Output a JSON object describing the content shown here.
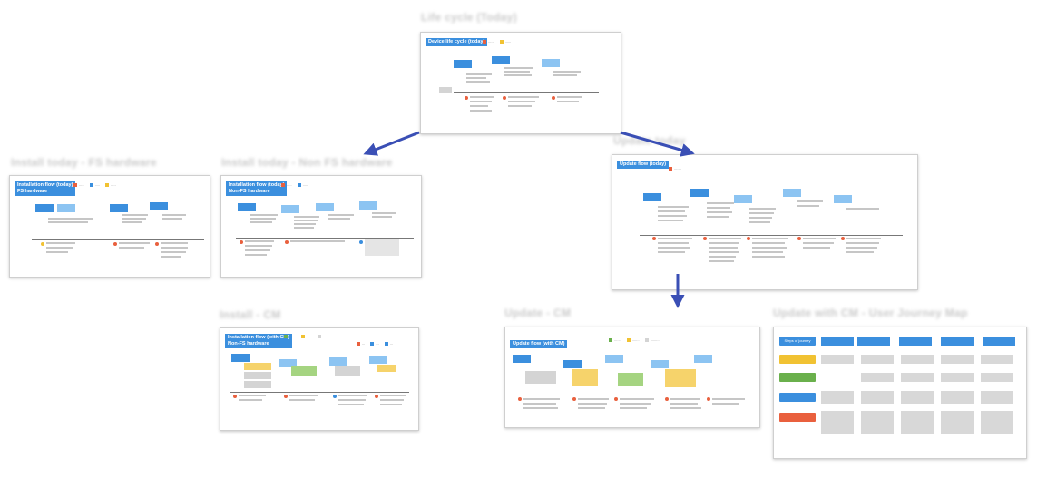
{
  "titles": {
    "lifecycle": "Life cycle (Today)",
    "install_fs": "Install today - FS hardware",
    "install_nonfs": "Install today - Non FS hardware",
    "update_today": "Update today",
    "install_cm": "Install - CM",
    "update_cm": "Update - CM",
    "update_journey": "Update with CM - User Journey Map"
  },
  "boards": {
    "lifecycle": {
      "header": "Device life cycle (today)"
    },
    "install_fs": {
      "header_line1": "Installation flow (today)",
      "header_line2": "FS hardware"
    },
    "install_nonfs": {
      "header_line1": "Installation flow (today)",
      "header_line2": "Non-FS hardware"
    },
    "update_today": {
      "header": "Update flow (today)"
    },
    "install_cm": {
      "header_line1": "Installation flow (with CM)",
      "header_line2": "Non-FS hardware"
    },
    "update_cm": {
      "header": "Update flow (with CM)"
    },
    "journey": {
      "header": "Steps of journey"
    }
  },
  "colors": {
    "accent": "#3b8fde",
    "accent_light": "#8cc4f2",
    "pain": "#e9603e",
    "warn": "#f1c232",
    "good": "#6ab04c",
    "arrow": "#3a4fb5"
  }
}
